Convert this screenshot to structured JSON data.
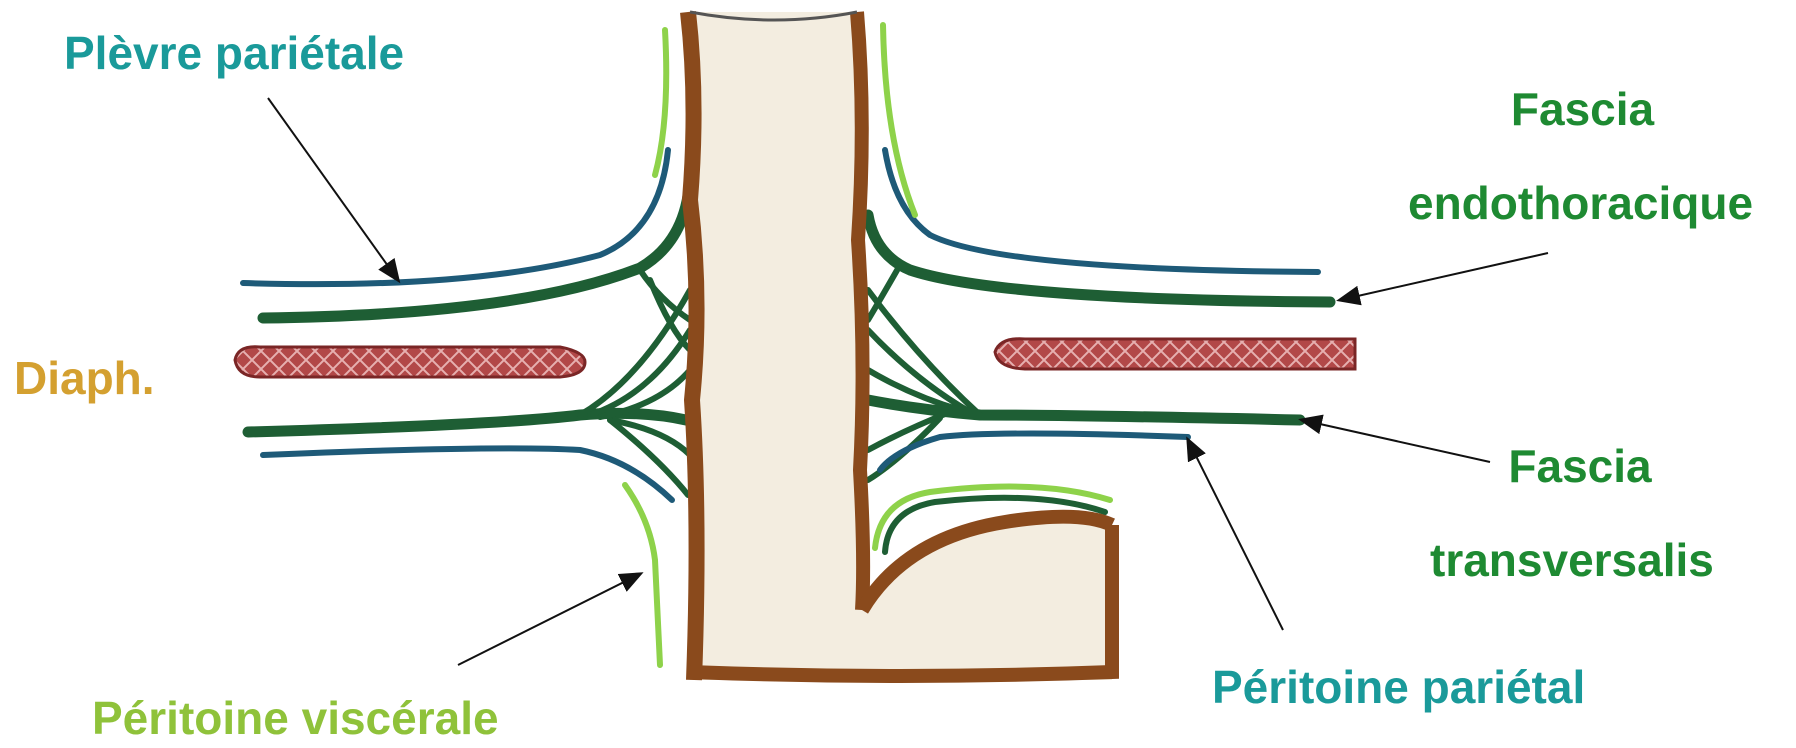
{
  "labels": {
    "plevre_parietale": "Plèvre pariétale",
    "fascia_endothoracique_line1": "Fascia",
    "fascia_endothoracique_line2": "endothoracique",
    "diaph": "Diaph.",
    "fascia_transversalis_line1": "Fascia",
    "fascia_transversalis_line2": "transversalis",
    "peritoine_parietal": "Péritoine pariétal",
    "peritoine_viscerale": "Péritoine viscérale"
  },
  "colors": {
    "pleura_label": "#1a9a9a",
    "fascia_label": "#1e8a32",
    "diaphragm_label": "#d4a030",
    "visceral_peritoneum_label": "#8fc23a",
    "tube_wall": "#8a4a1c",
    "tube_fill": "#f3ede0",
    "pleura_line": "#1e5a78",
    "fascia_line": "#1e5e34",
    "visceral_line": "#8ed24a",
    "diaphragm": "#a84040"
  },
  "icons": {
    "arrow": "arrow-icon"
  }
}
